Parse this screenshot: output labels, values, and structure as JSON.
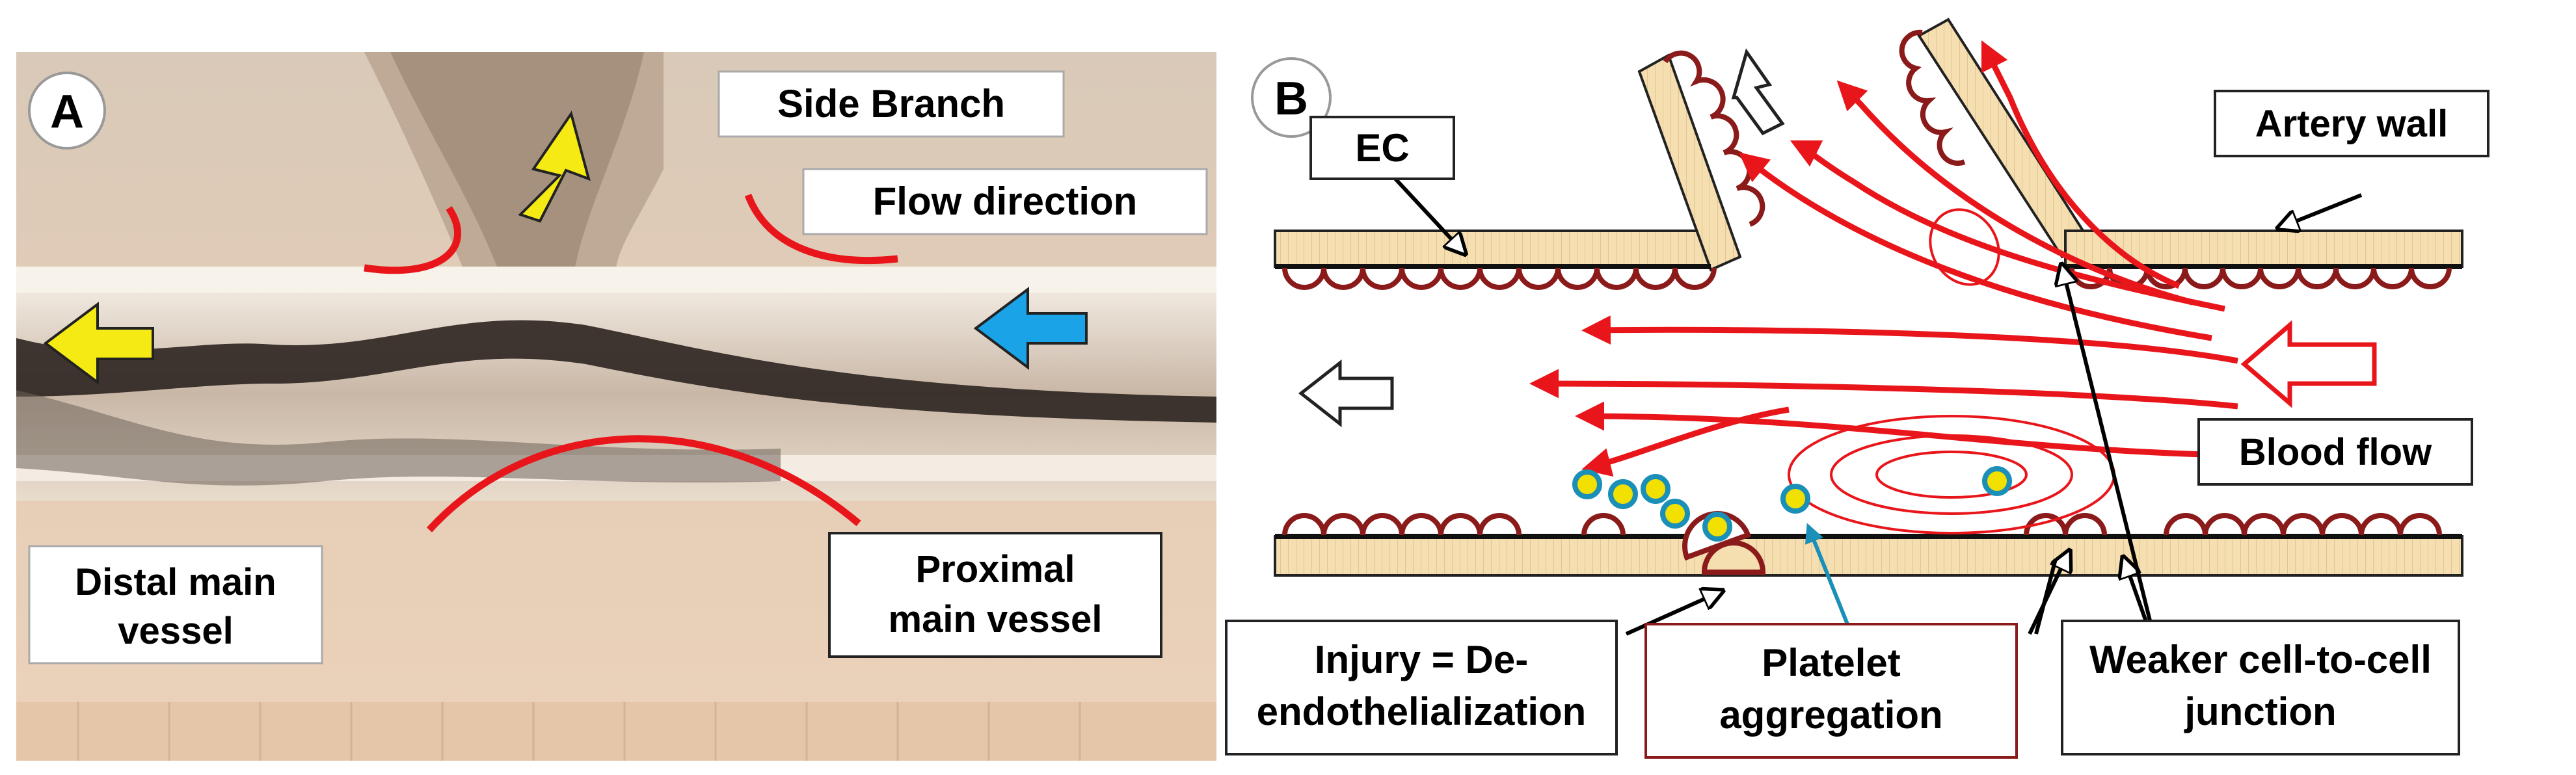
{
  "panelA": {
    "letter": "A",
    "side_branch": "Side Branch",
    "flow_direction": "Flow direction",
    "distal": [
      "Distal main",
      "vessel"
    ],
    "proximal": [
      "Proximal",
      "main vessel"
    ],
    "colors": {
      "flow_arrow_blue": "#1aa3e6",
      "flow_arrow_yellow": "#f5ea14",
      "red_zone": "#e8161b"
    }
  },
  "panelB": {
    "letter": "B",
    "ec": "EC",
    "artery_wall": "Artery wall",
    "blood_flow": "Blood flow",
    "injury": [
      "Injury = De-",
      "endothelialization"
    ],
    "platelet": [
      "Platelet",
      "aggregation"
    ],
    "junction": [
      "Weaker cell-to-cell",
      "junction"
    ],
    "colors": {
      "wall": "#f5deb0",
      "endothelium": "#8b1a1a",
      "flow": "#e8161b",
      "platelet_fill": "#f1e000",
      "platelet_ring": "#1a8fb8"
    }
  }
}
